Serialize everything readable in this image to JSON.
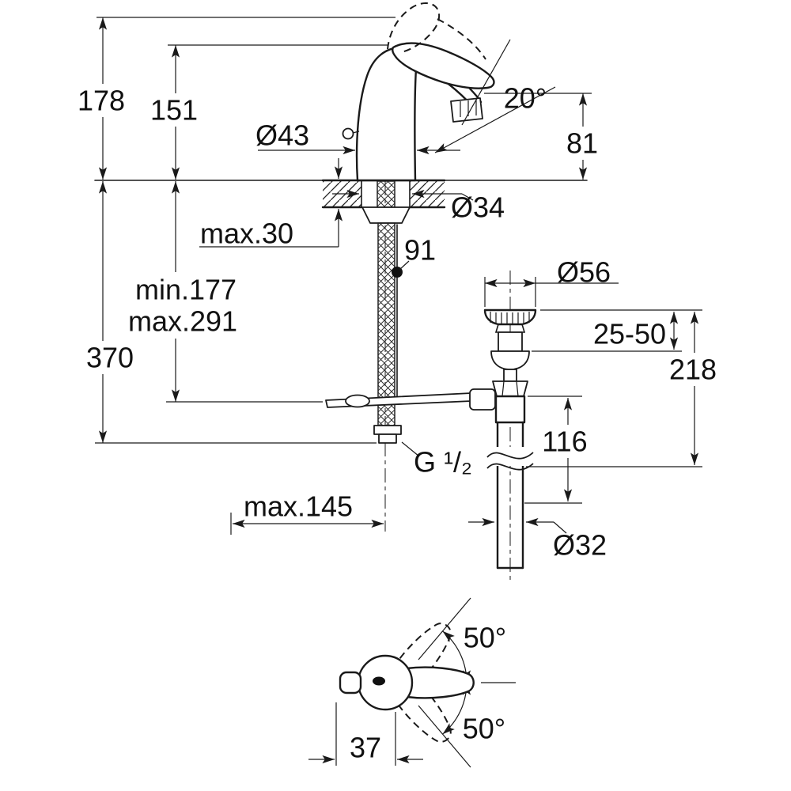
{
  "drawing": {
    "type": "faucet-installation-dimensions",
    "colors": {
      "line": "#1a1a1a",
      "background": "#ffffff"
    },
    "dims": {
      "h178": "178",
      "h151": "151",
      "dia43": "Ø43",
      "angle20": "20°",
      "h81": "81",
      "dia34": "Ø34",
      "max30": "max.30",
      "len91": "91",
      "min177": "min.177",
      "max291": "max.291",
      "h370": "370",
      "dia56": "Ø56",
      "range2550": "25-50",
      "h218": "218",
      "h116": "116",
      "thread": "G ¹/₂",
      "max145": "max.145",
      "dia32": "Ø32",
      "angle50top": "50°",
      "angle50bottom": "50°",
      "w37": "37"
    }
  }
}
